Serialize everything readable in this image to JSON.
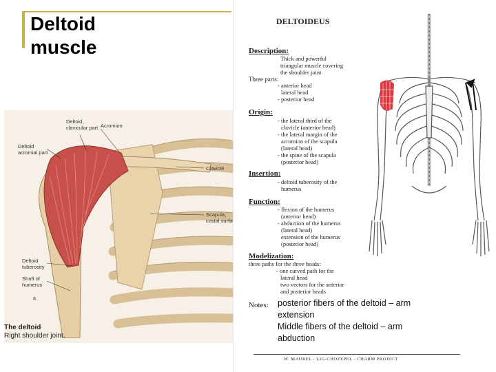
{
  "title": {
    "line1": "Deltoid",
    "line2": "muscle"
  },
  "figure": {
    "labels": {
      "deltoid_clavicular": [
        "Deltoid,",
        "clavicular part"
      ],
      "acromion": "Acromion",
      "deltoid_acromial": [
        "Deltoid",
        "acromial part"
      ],
      "clavicle": "Clavicle",
      "scapula": [
        "Scapula,",
        "costal surface"
      ],
      "deltoid_tuberosity": [
        "Deltoid",
        "tuberosity"
      ],
      "shaft_humerus": [
        "Shaft of",
        "humerus"
      ]
    },
    "letter": "a",
    "caption": {
      "line1": "The deltoid",
      "line2": "Right shoulder joint."
    }
  },
  "panel": {
    "title": "DELTOIDEUS",
    "description": {
      "heading": "Description:",
      "text": [
        "Thick and powerful",
        "triangular muscle covering",
        "the shoulder joint"
      ]
    },
    "three_parts": {
      "heading": "Three parts:",
      "items": [
        "- anterior head",
        "lateral head",
        "- posterior head"
      ]
    },
    "origin": {
      "heading": "Origin:",
      "text": [
        "- the lateral third of the",
        "clavicle (anterior head)",
        "- the lateral margin of the",
        "acromion of the scapula",
        "(lateral head)",
        "- the spine of the scapula",
        "(posterior head)"
      ]
    },
    "insertion": {
      "heading": "Insertion:",
      "text": [
        "- deltoid tuberosity of the",
        "humerus"
      ]
    },
    "function": {
      "heading": "Function:",
      "text": [
        "- flexion of the humerus",
        "(anterior head)",
        "- abduction of the humerus",
        "(lateral head)",
        "extension of the humerus",
        "(posterior head)"
      ]
    },
    "modelization": {
      "heading": "Modelization:",
      "text": [
        "three paths for the three heads:",
        "- one curved path for the",
        "lateral head",
        "two vectors for the anterior",
        "and posterior heads"
      ]
    },
    "notes": {
      "label": "Notes:",
      "lines": [
        "posterior fibers of the deltoid – arm",
        "extension",
        "Middle fibers of the deltoid – arm",
        "abduction"
      ]
    },
    "footer": "W. MAUREL - LIG-CHOZEPEL - CHARM PROJECT"
  },
  "colors": {
    "title_accent": "#c9b24a",
    "muscle": "#c8504a",
    "bone": "#e6cfa5"
  }
}
